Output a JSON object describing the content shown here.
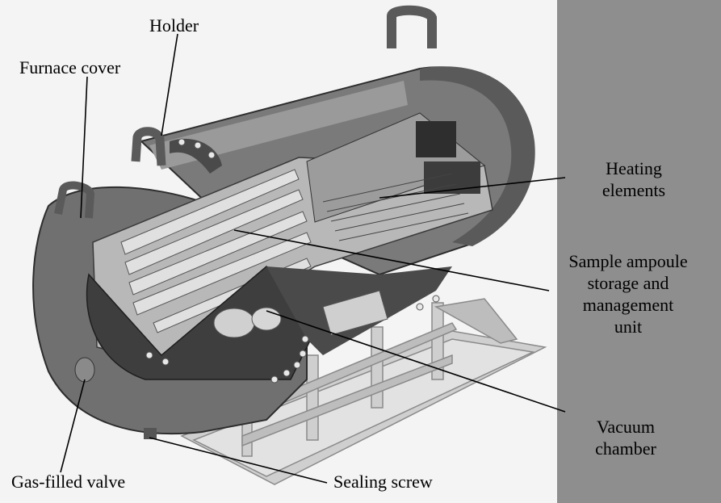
{
  "labels": {
    "holder": "Holder",
    "furnace_cover": "Furnace cover",
    "heating_elements": [
      "Heating",
      "elements"
    ],
    "sample_unit": [
      "Sample ampoule",
      "storage and",
      "management",
      "unit"
    ],
    "vacuum_chamber": [
      "Vacuum",
      "chamber"
    ],
    "gas_valve": "Gas-filled valve",
    "sealing_screw": "Sealing screw"
  },
  "colors": {
    "background_left": "#f4f4f4",
    "background_right": "#8e8e8e",
    "shell": "#6f6f6f",
    "shell_dark": "#3e3e3e",
    "interior": "#b5b5b5",
    "tubes": "#d9d9d9",
    "stand": "#c8c8c8",
    "leader_lines": "#000000"
  }
}
